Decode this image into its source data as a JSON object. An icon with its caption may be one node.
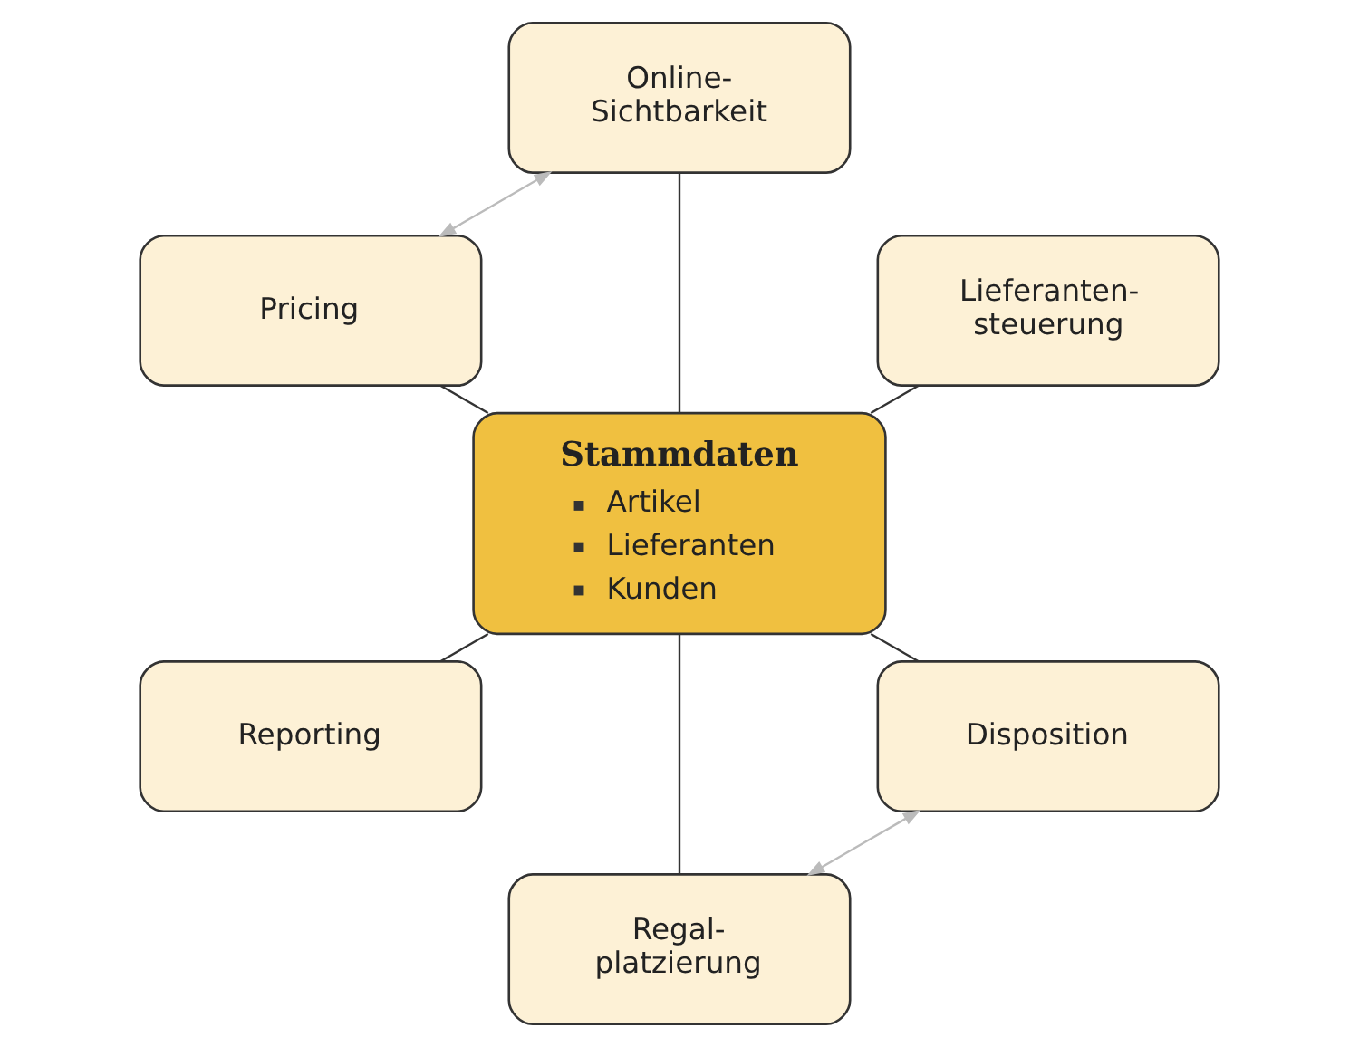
{
  "diagram": {
    "nodes": [
      {
        "text": [
          "Online- Sichtbarkeit"
        ]
      },
      {
        "text": [
          "Pricing"
        ]
      },
      {
        "text": [
          "Lieferanten- steuerung"
        ]
      },
      {
        "text": [
          "Stammdaten",
          "Artikel",
          "Lieferanten",
          "Kunden"
        ]
      },
      {
        "text": [
          "Reporting"
        ]
      },
      {
        "text": [
          "Disposition"
        ]
      },
      {
        "text": [
          "Regal- platzierung"
        ]
      }
    ],
    "edges": [
      {
        "from": 3,
        "to": 0,
        "arrow": "none"
      },
      {
        "from": 3,
        "to": 2,
        "arrow": "none"
      },
      {
        "from": 3,
        "to": 5,
        "arrow": "none"
      },
      {
        "from": 3,
        "to": 6,
        "arrow": "none"
      },
      {
        "from": 3,
        "to": 4,
        "arrow": "none"
      },
      {
        "from": 3,
        "to": 1,
        "arrow": "none"
      },
      {
        "from": 1,
        "to": 0,
        "arrow": "both",
        "color": "#bbbbbb"
      },
      {
        "from": 6,
        "to": 5,
        "arrow": "both",
        "color": "#bbbbbb"
      }
    ]
  }
}
